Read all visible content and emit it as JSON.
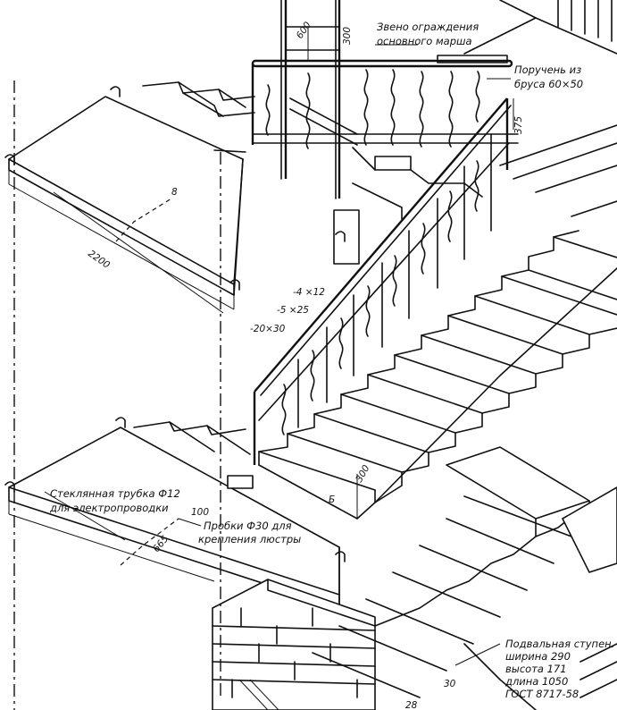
{
  "annotations": {
    "railing_link_line1": "Звено ограждения",
    "railing_link_line2": "основного марша",
    "handrail_line1": "Поручень из",
    "handrail_line2": "бруса 60×50",
    "glass_tube_line1": "Стеклянная трубка Ф12",
    "glass_tube_line2": "для электропроводки",
    "plugs_line1": "Пробки Ф30 для",
    "plugs_line2": "крепления люстры",
    "basement_step_title": "Подвальная ступен.",
    "basement_step_width": "ширина 290",
    "basement_step_height": "высота 171",
    "basement_step_length": "длина 1050",
    "basement_step_standard": "ГОСТ 8717-58"
  },
  "dimensions": {
    "d600": "600",
    "d300_top": "300",
    "d375": "375",
    "d2200": "2200",
    "d8": "8",
    "d4x12": "-4 ×12",
    "d5x25": "-5 ×25",
    "d20x30": "-20×30",
    "d300_step": "300",
    "d665": "665",
    "d100": "100",
    "dB": "Б",
    "d30": "30",
    "d28": "28"
  }
}
